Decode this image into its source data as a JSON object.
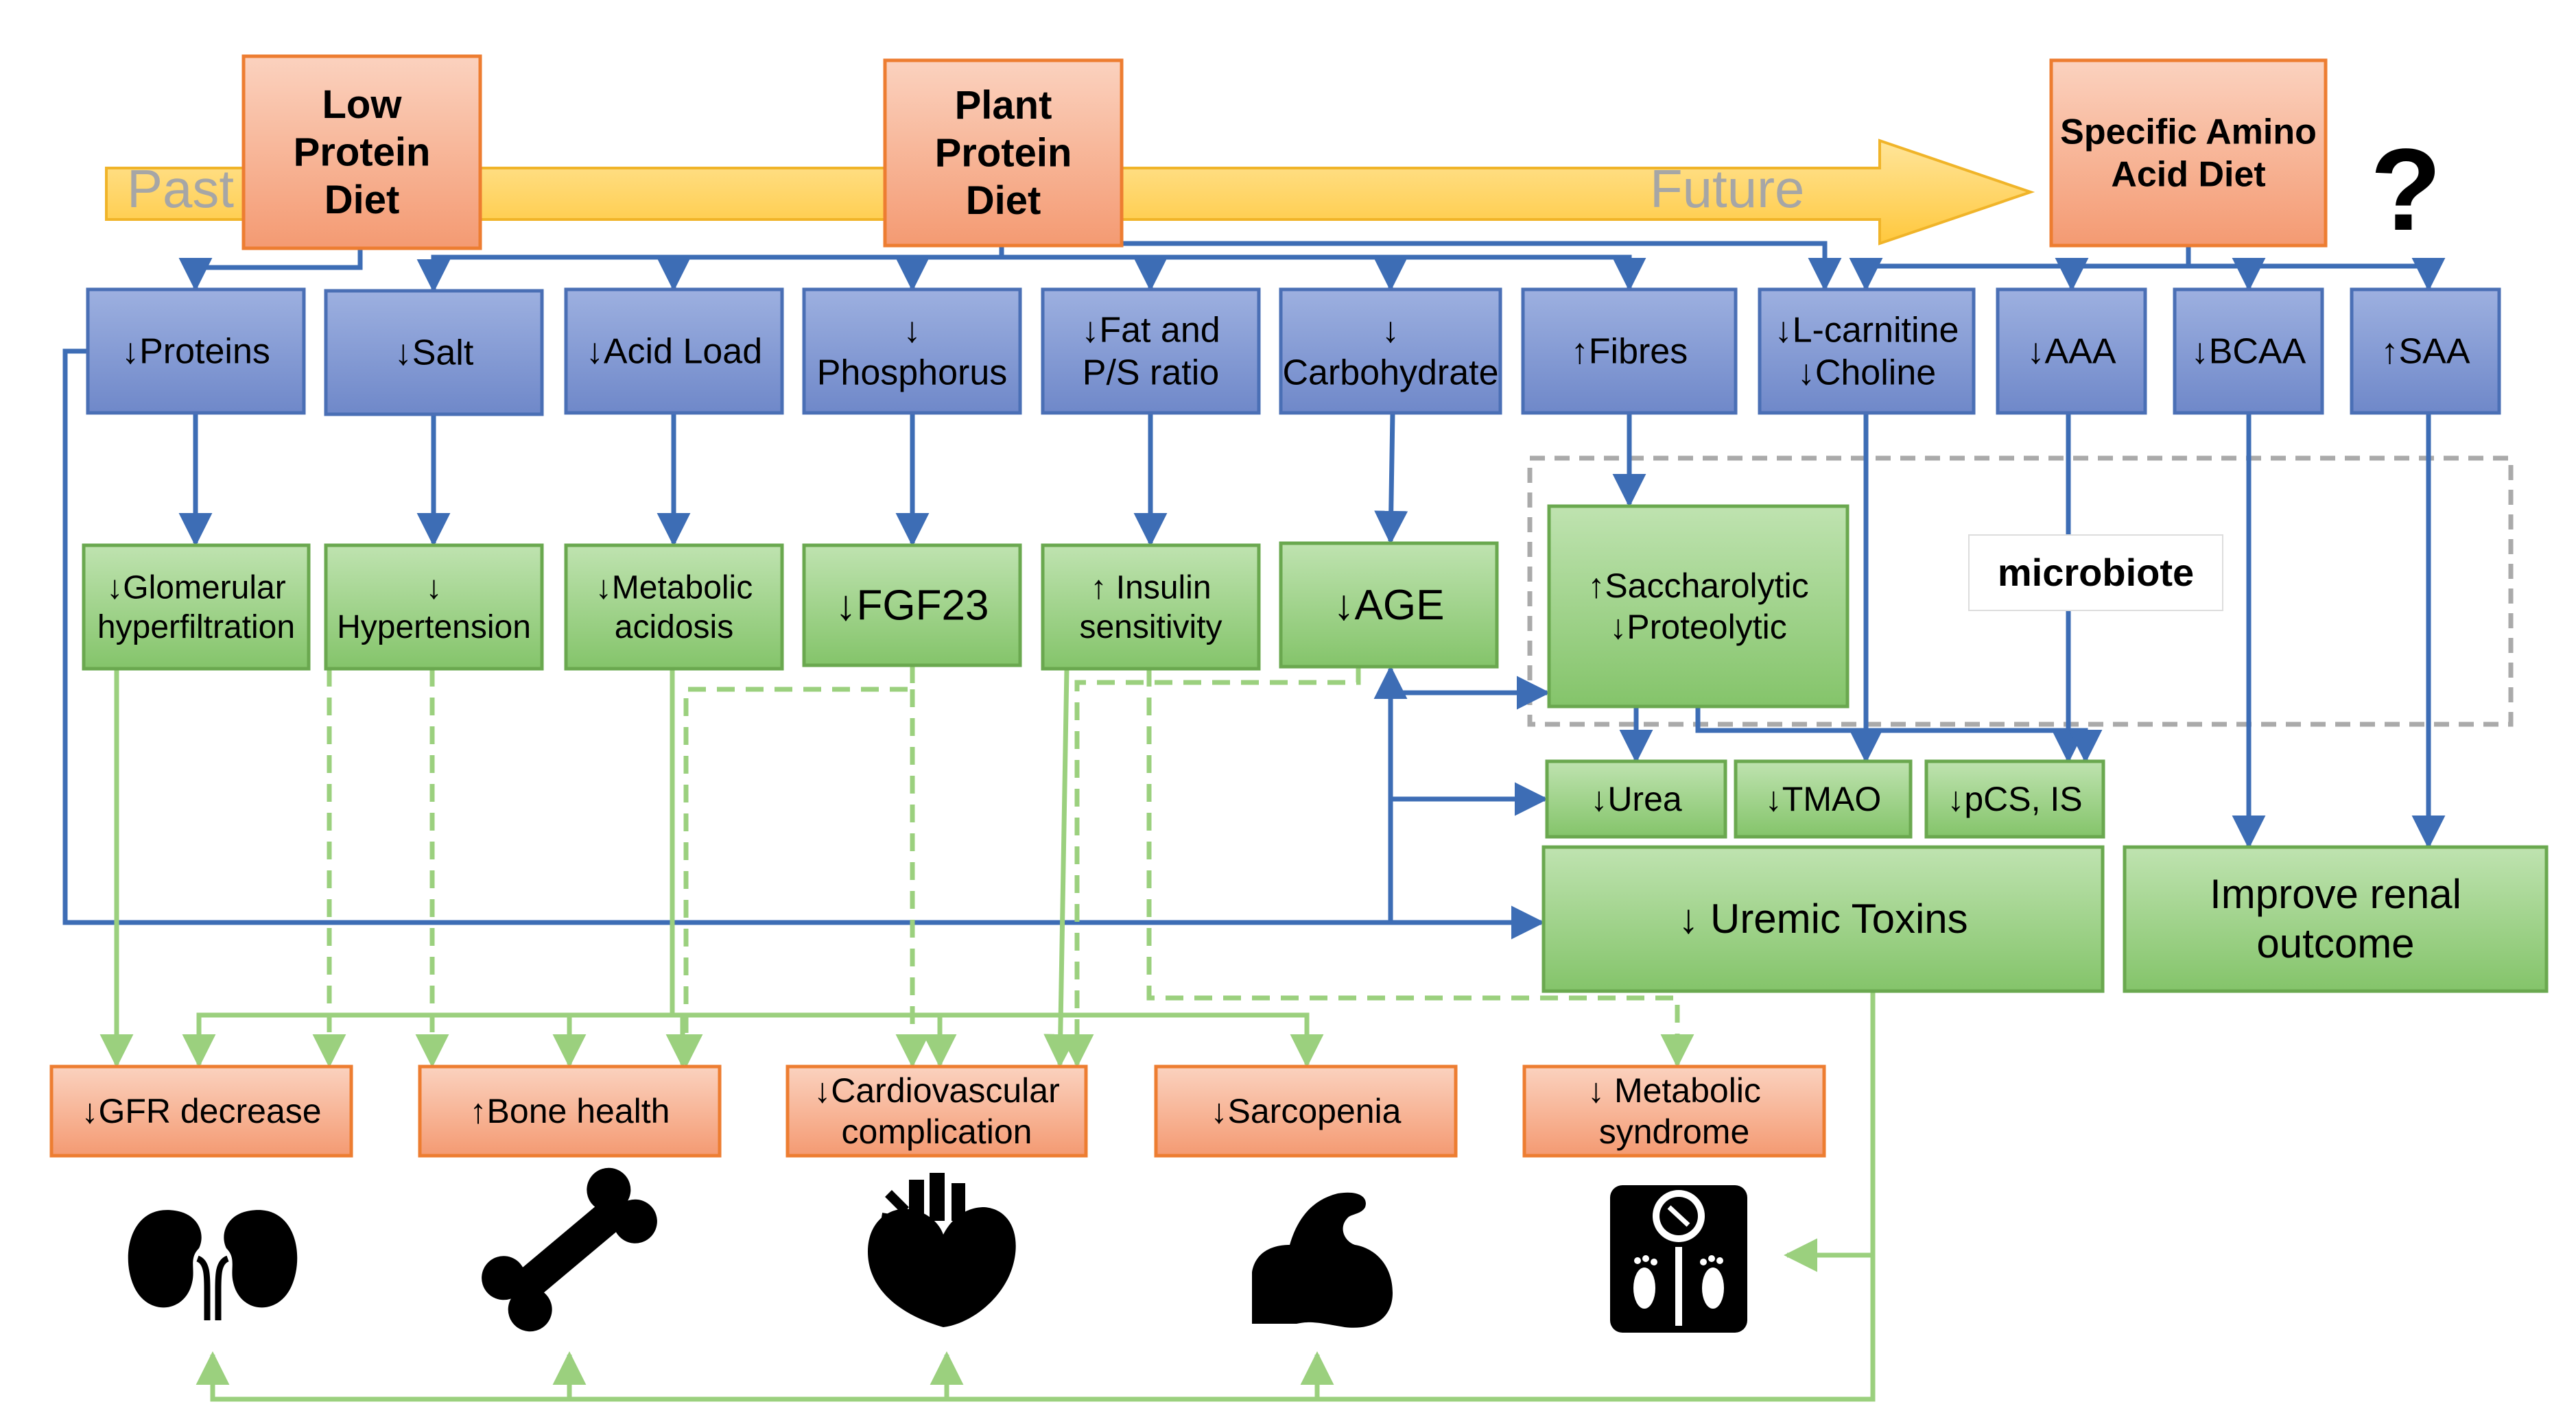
{
  "timeline": {
    "past": "Past",
    "future": "Future",
    "question_mark": "?"
  },
  "diets": {
    "low_protein": [
      "Low",
      "Protein",
      "Diet"
    ],
    "plant_protein": [
      "Plant",
      "Protein",
      "Diet"
    ],
    "specific_amino": [
      "Specific Amino",
      "Acid Diet"
    ]
  },
  "components": {
    "proteins": [
      "↓Proteins"
    ],
    "salt": [
      "↓Salt"
    ],
    "acid_load": [
      "↓Acid Load"
    ],
    "phosphorus": [
      "↓",
      "Phosphorus"
    ],
    "fat": [
      "↓Fat and",
      "P/S ratio"
    ],
    "carbohydrate": [
      "↓",
      "Carbohydrate"
    ],
    "fibres": [
      "↑Fibres"
    ],
    "carnitine": [
      "↓L-carnitine",
      "↓Choline"
    ],
    "aaa": [
      "↓AAA"
    ],
    "bcaa": [
      "↓BCAA"
    ],
    "saa": [
      "↑SAA"
    ]
  },
  "effects": {
    "glomerular": [
      "↓Glomerular",
      "hyperfiltration"
    ],
    "hypertension": [
      "↓",
      "Hypertension"
    ],
    "acidosis": [
      "↓Metabolic",
      "acidosis"
    ],
    "fgf23": [
      "↓FGF23"
    ],
    "insulin": [
      "↑ Insulin",
      "sensitivity"
    ],
    "age": [
      "↓AGE"
    ],
    "saccharolytic": [
      "↑Saccharolytic",
      "↓Proteolytic"
    ],
    "microbiote": "microbiote"
  },
  "toxins": {
    "urea": "↓Urea",
    "tmao": "↓TMAO",
    "pcs": "↓pCS, IS",
    "uremic": "↓ Uremic Toxins",
    "renal": [
      "Improve renal",
      "outcome"
    ]
  },
  "outcomes": {
    "gfr": [
      "↓GFR decrease"
    ],
    "bone": [
      "↑Bone health"
    ],
    "cardio": [
      "↓Cardiovascular",
      "complication"
    ],
    "sarcopenia": [
      "↓Sarcopenia"
    ],
    "metabolic": [
      "↓ Metabolic",
      "syndrome"
    ]
  },
  "icons": [
    "kidney-icon",
    "bone-icon",
    "heart-icon",
    "muscle-arm-icon",
    "weight-scale-icon"
  ],
  "colors": {
    "diet_fill": "#f7b394",
    "diet_stroke": "#ed7d31",
    "component_fill": "#7b93d1",
    "component_stroke": "#4a6fb5",
    "effect_fill": "#8fcc78",
    "effect_stroke": "#6aa84f",
    "arrow_blue": "#3d6db5",
    "arrow_green": "#9bd07e",
    "timeline": "#ffd35e",
    "timeline_stroke": "#f0b429",
    "timeline_text": "#a6a6a6",
    "microbiote_border": "#aaaaaa"
  }
}
